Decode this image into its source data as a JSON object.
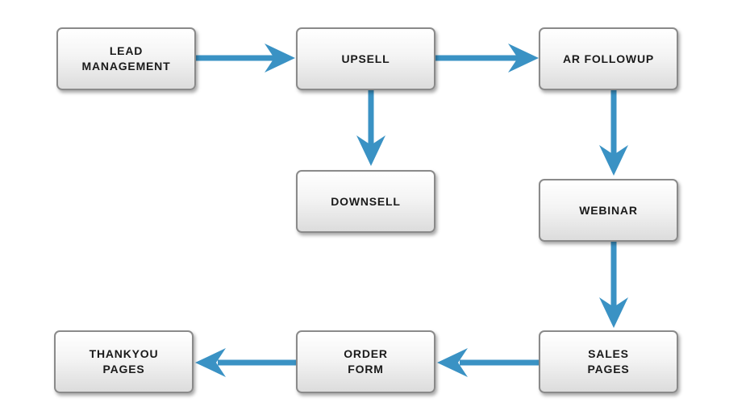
{
  "diagram": {
    "nodes": [
      {
        "id": "lead",
        "label": "LEAD\nMANAGEMENT"
      },
      {
        "id": "upsell",
        "label": "UPSELL"
      },
      {
        "id": "ar",
        "label": "AR FOLLOWUP"
      },
      {
        "id": "downsell",
        "label": "DOWNSELL"
      },
      {
        "id": "webinar",
        "label": "WEBINAR"
      },
      {
        "id": "thank",
        "label": "THANKYOU\nPAGES"
      },
      {
        "id": "order",
        "label": "ORDER\nFORM"
      },
      {
        "id": "sales",
        "label": "SALES\nPAGES"
      }
    ],
    "edges": [
      {
        "from": "lead",
        "to": "upsell"
      },
      {
        "from": "upsell",
        "to": "ar"
      },
      {
        "from": "upsell",
        "to": "downsell"
      },
      {
        "from": "ar",
        "to": "webinar"
      },
      {
        "from": "webinar",
        "to": "sales"
      },
      {
        "from": "sales",
        "to": "order"
      },
      {
        "from": "order",
        "to": "thank"
      }
    ],
    "colors": {
      "arrow": "#3a92c4",
      "node_border": "#8a8a8a",
      "node_text": "#1a1a1a",
      "background": "#ffffff"
    }
  }
}
